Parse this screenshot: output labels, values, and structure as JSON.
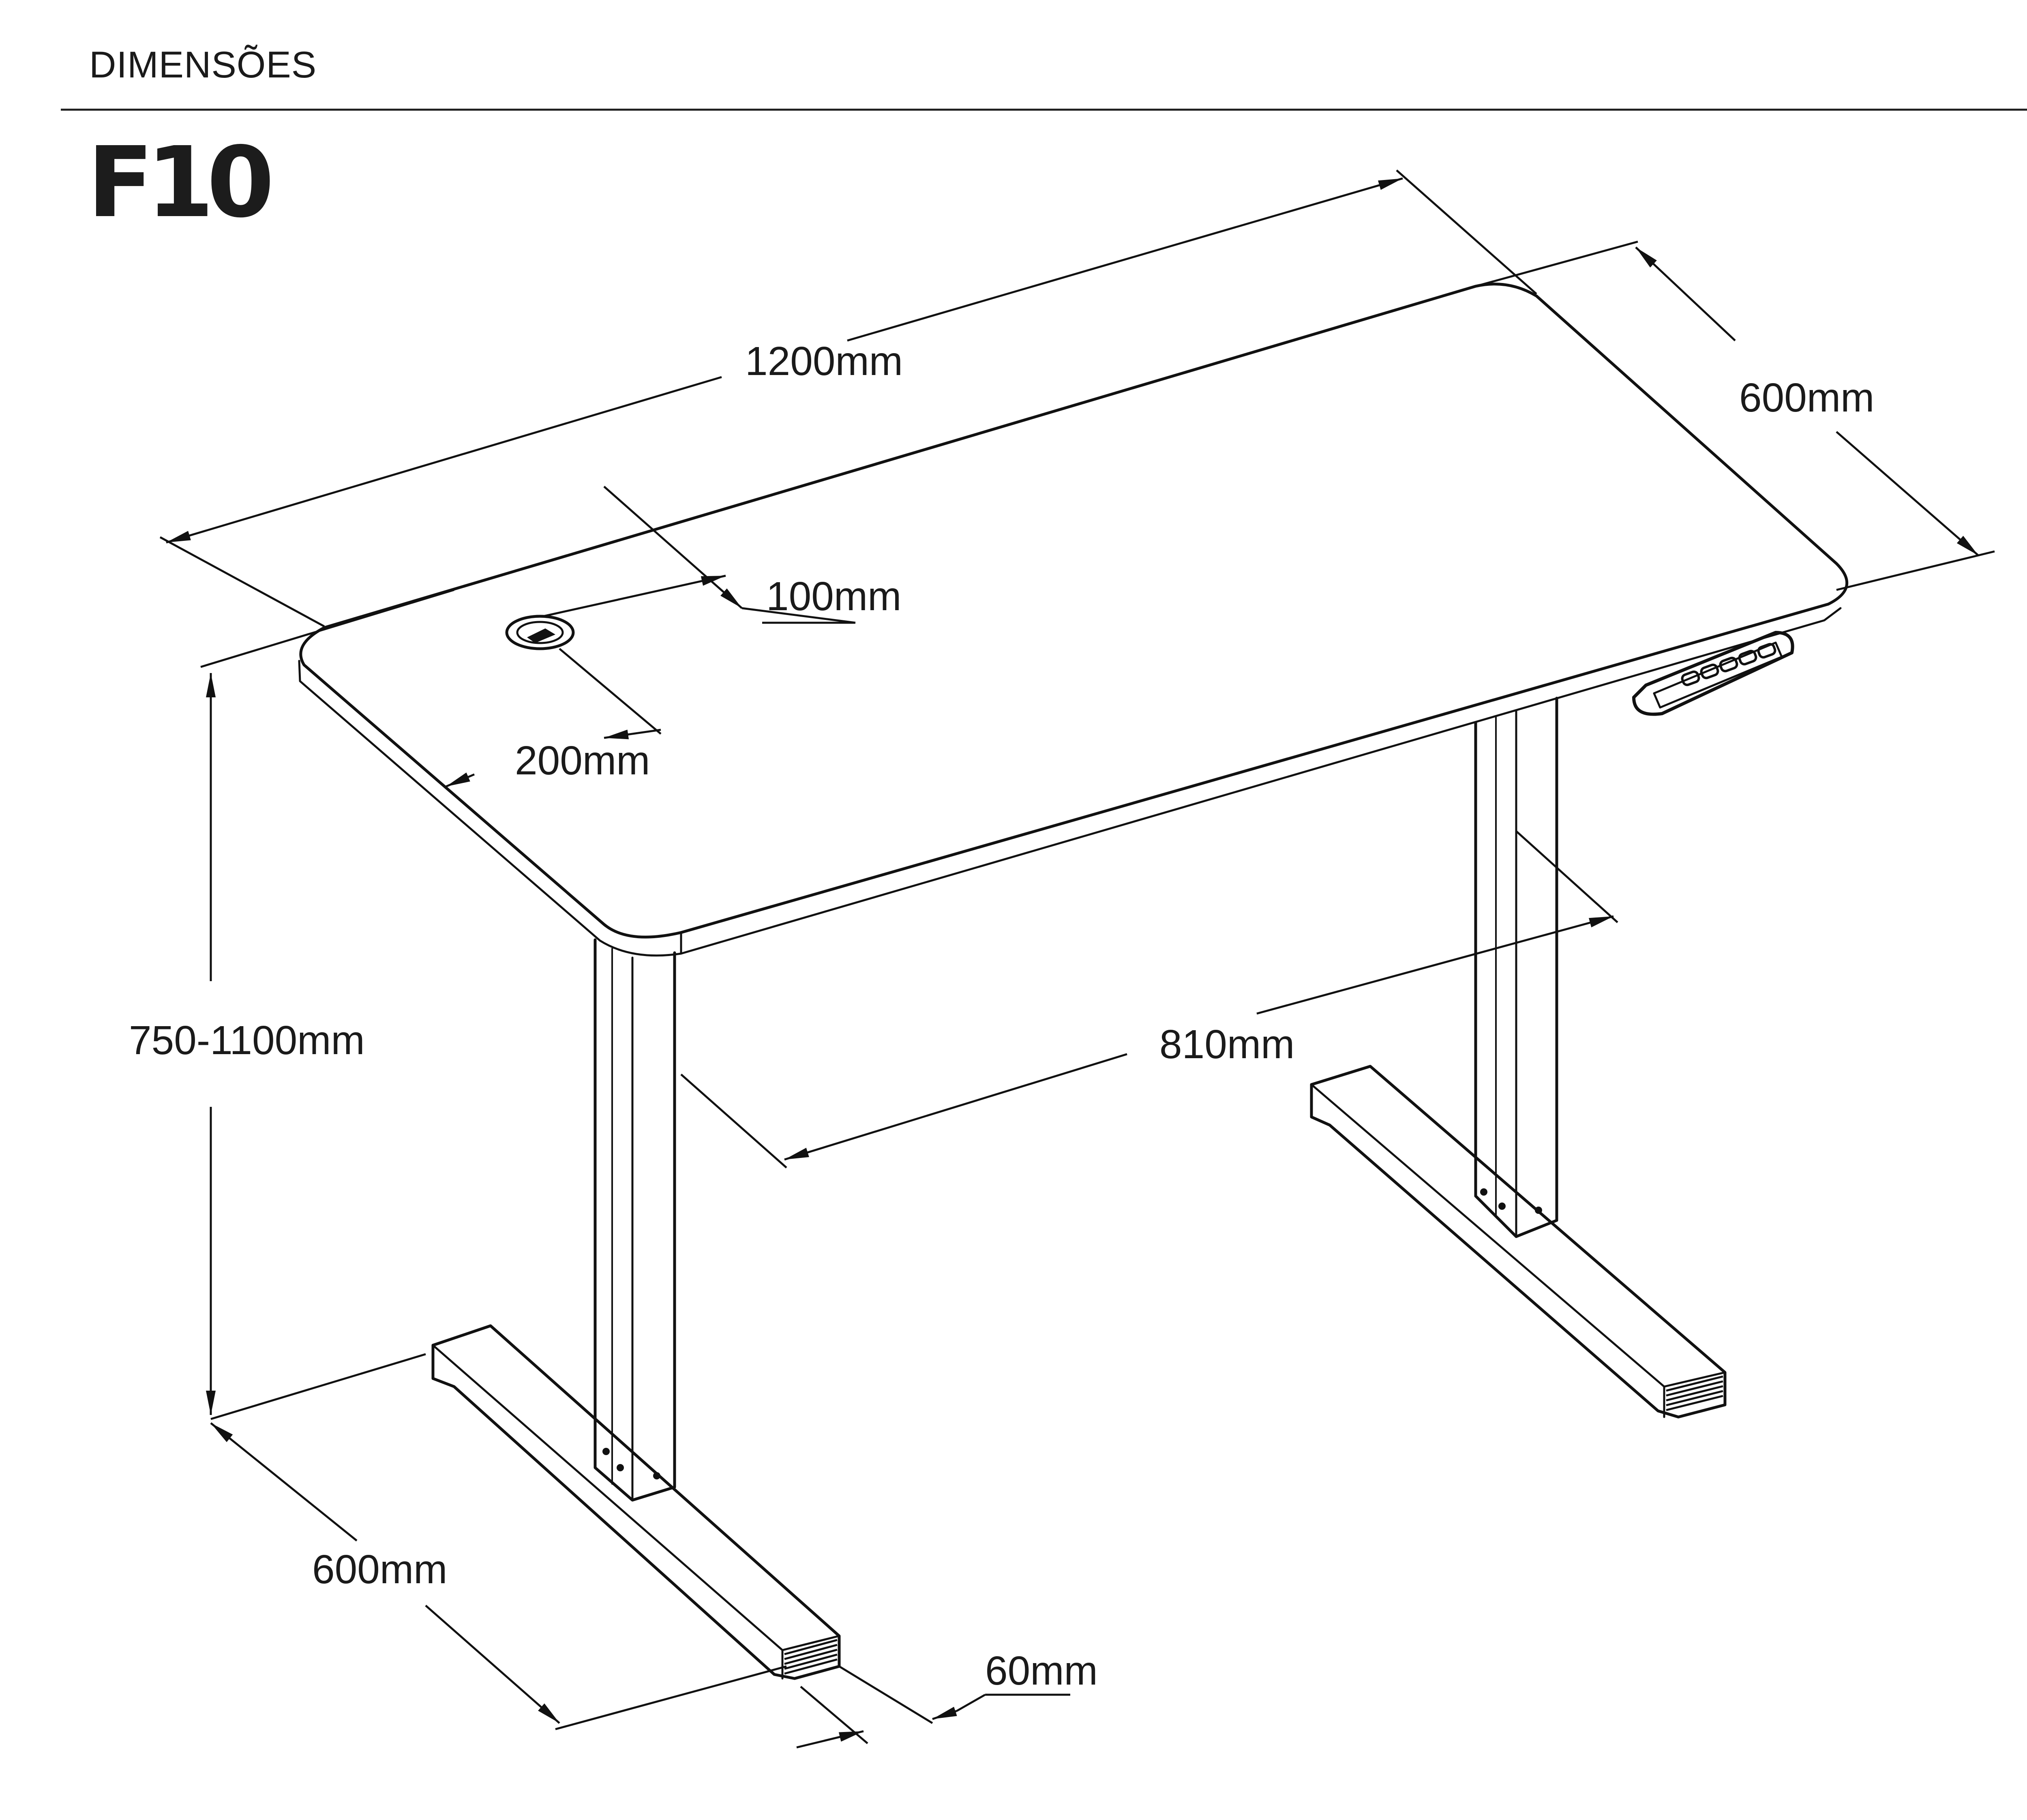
{
  "header": {
    "section_label": "DIMENSÕES",
    "model_name": "F10"
  },
  "dimensions": {
    "length": "1200mm",
    "depth": "600mm",
    "grommet_diameter": "100mm",
    "grommet_offset": "200mm",
    "height_range": "750-1100mm",
    "leg_spacing": "810mm",
    "foot_length": "600mm",
    "foot_width": "60mm"
  },
  "colors": {
    "line": "#111111",
    "background": "#ffffff",
    "text": "#1a1a1a"
  },
  "icons": {
    "control_panel": "keypad-icon",
    "cable_grommet": "grommet-icon"
  }
}
